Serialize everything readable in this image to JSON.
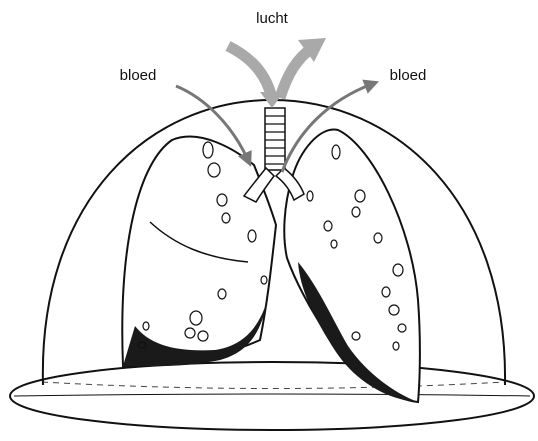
{
  "labels": {
    "air": "lucht",
    "blood_left": "bloed",
    "blood_right": "bloed"
  },
  "colors": {
    "outline": "#111111",
    "arrow_gray": "#8a8a8a",
    "arrow_light": "#c9c9c9",
    "dark_fill": "#1a1a1a"
  }
}
